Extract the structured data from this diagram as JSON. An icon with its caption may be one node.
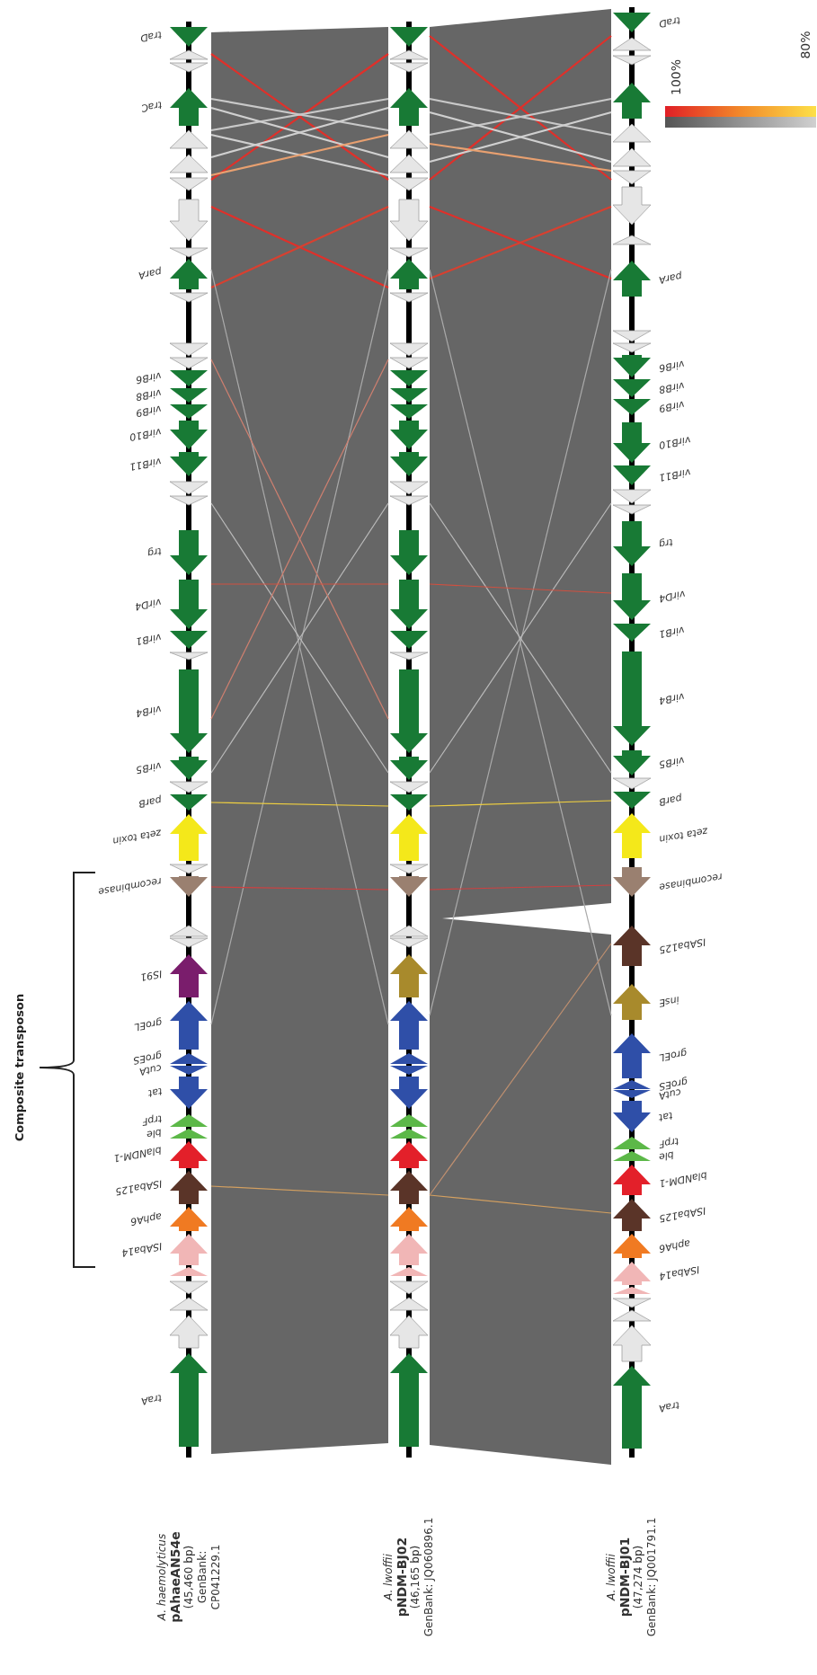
{
  "diagram": {
    "labels": [
      "traD",
      "traC",
      "parA",
      "virB6",
      "virB8",
      "virB9",
      "virB10",
      "virB11",
      "trg",
      "virD4",
      "virB1",
      "virB4",
      "virB5",
      "parB",
      "zeta toxin",
      "recombinase",
      "IS91",
      "groEL",
      "groES",
      "cutA",
      "tat",
      "trpF",
      "ble",
      "blaNDM-1",
      "ISAba125",
      "aphA6",
      "ISAba14",
      "traA",
      "traD",
      "parA",
      "virB6",
      "virB8",
      "virB9",
      "virB10",
      "virB11",
      "trg",
      "virD4",
      "virB1",
      "virB4",
      "virB5",
      "parB",
      "zeta toxin",
      "recombinase",
      "ISAba125",
      "insE",
      "groEL",
      "groES",
      "cutA",
      "tat",
      "trpF",
      "ble",
      "blaNDM-1",
      "ISAba125",
      "aphA6",
      "ISAba14",
      "traA",
      "Composite transposon",
      "A. haemolyticus",
      "pAhaeAN54e",
      "(45,460 bp)",
      "GenBank: CP041229.1",
      "A. lwoffii",
      "pNDM-BJ02",
      "(46,165 bp)",
      "GenBank: JQ060896.1",
      "A. lwoffii",
      "pNDM-BJ01",
      "(47,274 bp)",
      "GenBank: JQ001791.1",
      "100%",
      "80%"
    ]
  }
}
